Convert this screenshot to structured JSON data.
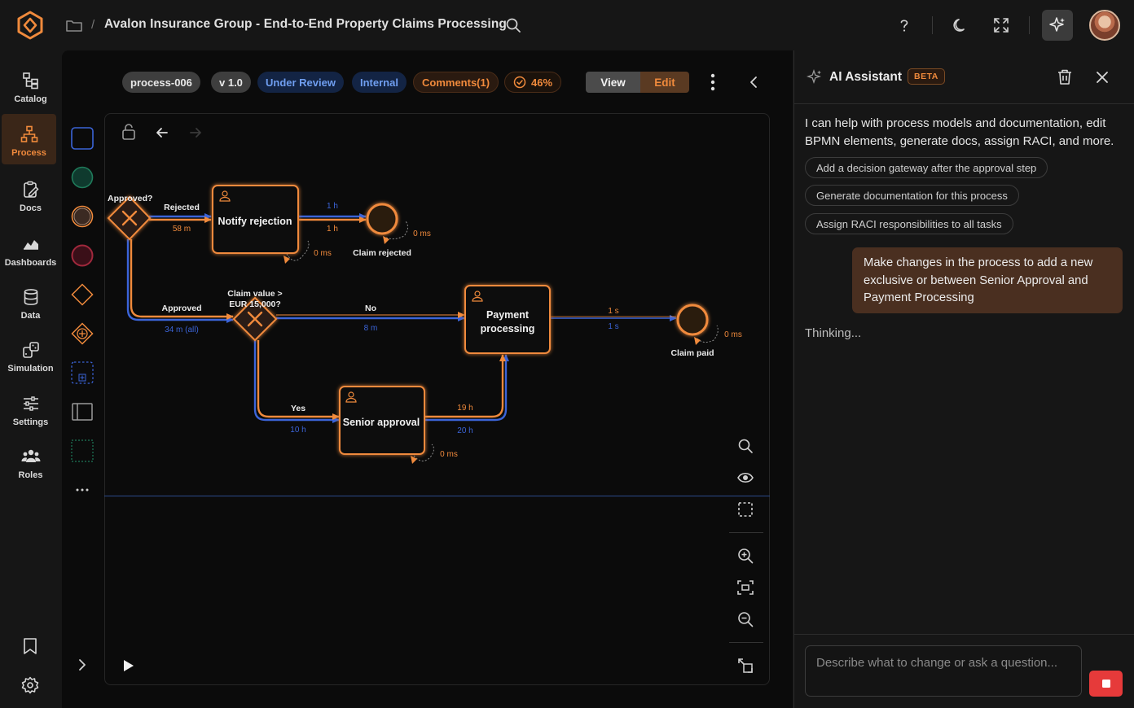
{
  "header": {
    "breadcrumb_sep": "/",
    "title": "Avalon Insurance Group - End-to-End Property Claims Processing"
  },
  "nav": {
    "items": [
      {
        "label": "Catalog",
        "icon": "catalog-icon"
      },
      {
        "label": "Process",
        "icon": "process-icon",
        "active": true
      },
      {
        "label": "Docs",
        "icon": "docs-icon"
      },
      {
        "label": "Dashboards",
        "icon": "dashboards-icon"
      },
      {
        "label": "Data",
        "icon": "data-icon"
      },
      {
        "label": "Simulation",
        "icon": "simulation-icon"
      },
      {
        "label": "Settings",
        "icon": "settings-icon"
      },
      {
        "label": "Roles",
        "icon": "roles-icon"
      }
    ],
    "more": "..."
  },
  "toolbar": {
    "process_id": "process-006",
    "version": "v 1.0",
    "status": "Under Review",
    "visibility": "Internal",
    "comments": "Comments(1)",
    "progress": "46%",
    "view_label": "View",
    "edit_label": "Edit"
  },
  "diagram": {
    "gateway1_label": "Approved?",
    "gateway2_label_line1": "Claim value >",
    "gateway2_label_line2": "EUR 15,000?",
    "task_notify": "Notify rejection",
    "task_payment_line1": "Payment",
    "task_payment_line2": "processing",
    "task_senior": "Senior approval",
    "end_rejected": "Claim rejected",
    "end_paid": "Claim paid",
    "flow_rejected": "Rejected",
    "flow_rejected_time": "58 m",
    "flow_approved": "Approved",
    "flow_approved_time": "34 m (all)",
    "flow_no": "No",
    "flow_no_time": "8 m",
    "flow_yes": "Yes",
    "flow_yes_time": "10 h",
    "notify_to_end_top": "1 h",
    "notify_to_end_bottom": "1 h",
    "payment_to_end_top": "1 s",
    "payment_to_end_bottom": "1 s",
    "senior_to_payment_top": "19 h",
    "senior_to_payment_bottom": "20 h",
    "wait_notify": "0 ms",
    "wait_rejected": "0 ms",
    "wait_paid": "0 ms",
    "wait_senior": "0 ms"
  },
  "ai": {
    "title": "AI Assistant",
    "badge": "BETA",
    "intro": "I can help with process models and documentation, edit BPMN elements, generate docs, assign RACI, and more.",
    "suggestions": [
      "Add a decision gateway after the approval step",
      "Generate documentation for this process",
      "Assign RACI responsibilities to all tasks"
    ],
    "user_message": "Make changes in the process to add a new exclusive or between Senior Approval and Payment Processing",
    "thinking": "Thinking...",
    "input_placeholder": "Describe what to change or ask a question..."
  },
  "colors": {
    "accent": "#f08a3c",
    "flow_blue": "#3b64d8",
    "background": "#0b0b0b",
    "stop": "#e63a3a"
  }
}
